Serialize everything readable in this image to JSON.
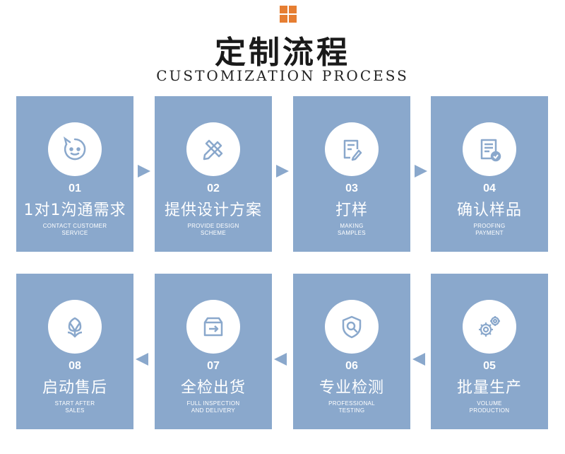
{
  "header": {
    "title": "定制流程",
    "subtitle": "CUSTOMIZATION PROCESS"
  },
  "colors": {
    "card": "#8aa8cc",
    "accent": "#e67e32",
    "icon_bg": "#ffffff"
  },
  "steps": [
    {
      "num": "01",
      "cn": "1对1沟通需求",
      "en1": "CONTACT CUSTOMER",
      "en2": "SERVICE",
      "icon": "chat-bubble-icon"
    },
    {
      "num": "02",
      "cn": "提供设计方案",
      "en1": "PROVIDE DESIGN",
      "en2": "SCHEME",
      "icon": "pencil-ruler-icon"
    },
    {
      "num": "03",
      "cn": "打样",
      "en1": "MAKING",
      "en2": "SAMPLES",
      "icon": "edit-document-icon"
    },
    {
      "num": "04",
      "cn": "确认样品",
      "en1": "PROOFING",
      "en2": "PAYMENT",
      "icon": "checklist-icon"
    },
    {
      "num": "05",
      "cn": "批量生产",
      "en1": "VOLUME",
      "en2": "PRODUCTION",
      "icon": "gears-icon"
    },
    {
      "num": "06",
      "cn": "专业检测",
      "en1": "PROFESSIONAL",
      "en2": "TESTING",
      "icon": "shield-search-icon"
    },
    {
      "num": "07",
      "cn": "全检出货",
      "en1": "FULL INSPECTION",
      "en2": "AND DELIVERY",
      "icon": "box-arrow-icon"
    },
    {
      "num": "08",
      "cn": "启动售后",
      "en1": "START AFTER",
      "en2": "SALES",
      "icon": "flower-icon"
    }
  ]
}
